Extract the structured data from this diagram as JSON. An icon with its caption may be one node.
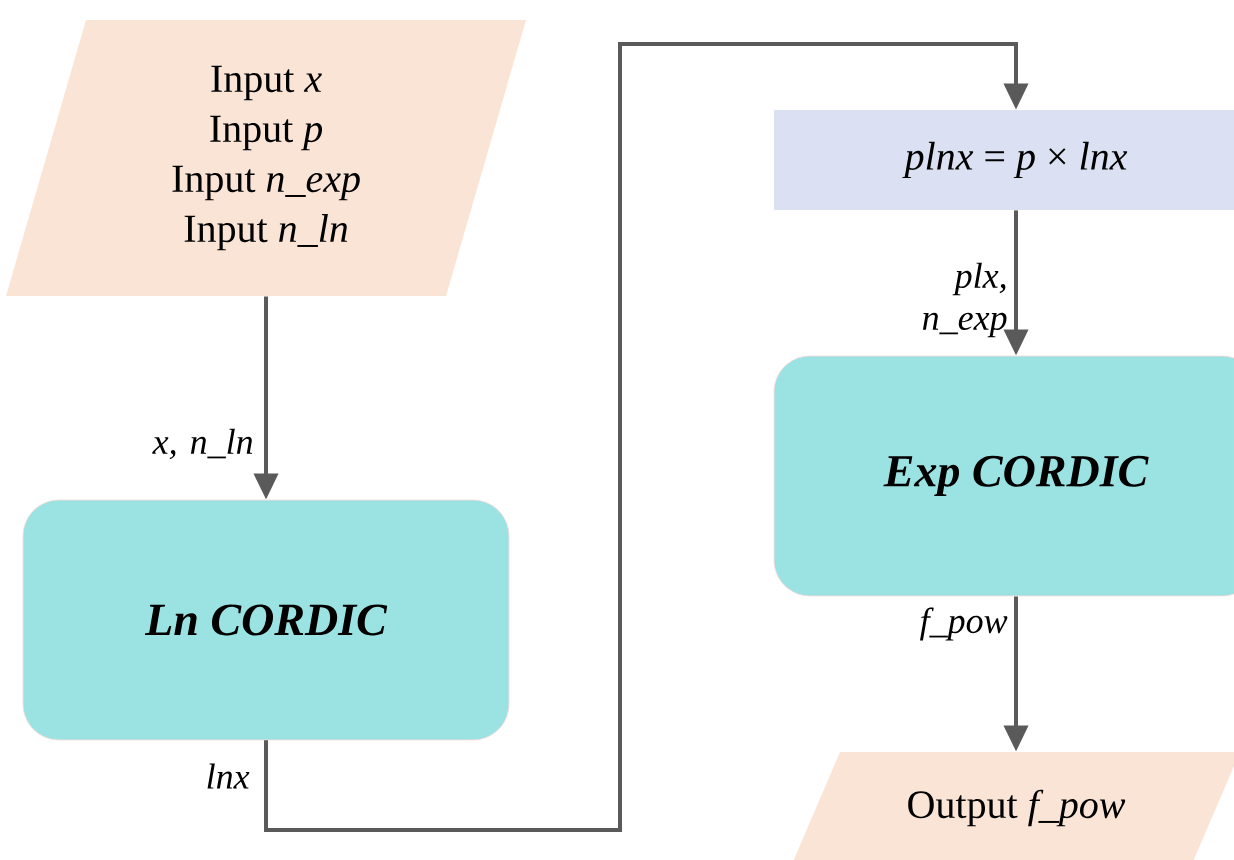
{
  "diagram": {
    "nodes": [
      {
        "text": [
          "Input *x*",
          "Input *p*",
          "Input *n_exp*",
          "Input *n_ln*"
        ]
      },
      {
        "text": [
          "Ln CORDIC"
        ]
      },
      {
        "text": [
          "*plnx* = *p* × *lnx*"
        ]
      },
      {
        "text": [
          "Exp CORDIC"
        ]
      },
      {
        "text": [
          "Output *f_pow*"
        ]
      }
    ],
    "edges": [
      {
        "from": 0,
        "to": 1,
        "arrow": "to",
        "label": "x, n_ln"
      },
      {
        "from": 1,
        "to": 2,
        "arrow": "to",
        "label": "lnx"
      },
      {
        "from": 2,
        "to": 3,
        "arrow": "to",
        "label": "plx, n_exp"
      },
      {
        "from": 3,
        "to": 4,
        "arrow": "to",
        "label": "f_pow"
      }
    ]
  }
}
